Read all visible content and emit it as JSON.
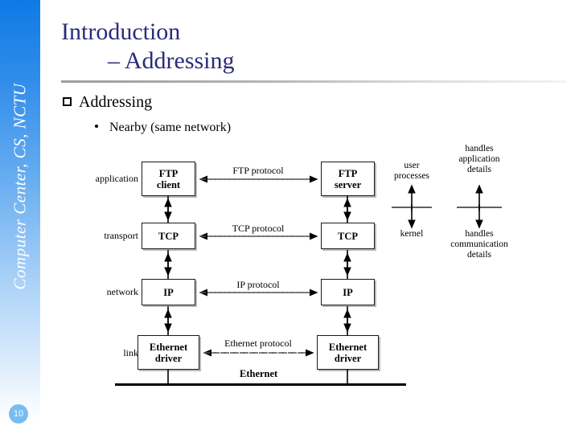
{
  "sidebar": {
    "banner_text": "Computer Center, CS, NCTU",
    "page_number": "10",
    "accent_top": "#0f7ae5",
    "badge_color": "#77bdf2"
  },
  "title": {
    "line1": "Introduction",
    "line2": "– Addressing",
    "color": "#2b2b7a"
  },
  "bullets": {
    "level1": "Addressing",
    "level2": "Nearby (same network)"
  },
  "figure": {
    "layer_labels": [
      "application",
      "transport",
      "network",
      "link"
    ],
    "left_boxes": [
      "FTP\nclient",
      "TCP",
      "IP",
      "Ethernet\ndriver"
    ],
    "right_boxes": [
      "FTP\nserver",
      "TCP",
      "IP",
      "Ethernet\ndriver"
    ],
    "left_box_lines": [
      [
        "FTP",
        "client"
      ],
      [
        "TCP"
      ],
      [
        "IP"
      ],
      [
        "Ethernet",
        "driver"
      ]
    ],
    "right_box_lines": [
      [
        "FTP",
        "server"
      ],
      [
        "TCP"
      ],
      [
        "IP"
      ],
      [
        "Ethernet",
        "driver"
      ]
    ],
    "protocol_labels": [
      "FTP protocol",
      "TCP protocol",
      "IP protocol",
      "Ethernet protocol"
    ],
    "medium_label": "Ethernet",
    "annotations": [
      {
        "top": [
          "user",
          "processes"
        ],
        "bottom": [
          "kernel"
        ]
      },
      {
        "top": [
          "handles",
          "application",
          "details"
        ],
        "bottom": [
          "handles",
          "communication",
          "details"
        ]
      }
    ]
  }
}
